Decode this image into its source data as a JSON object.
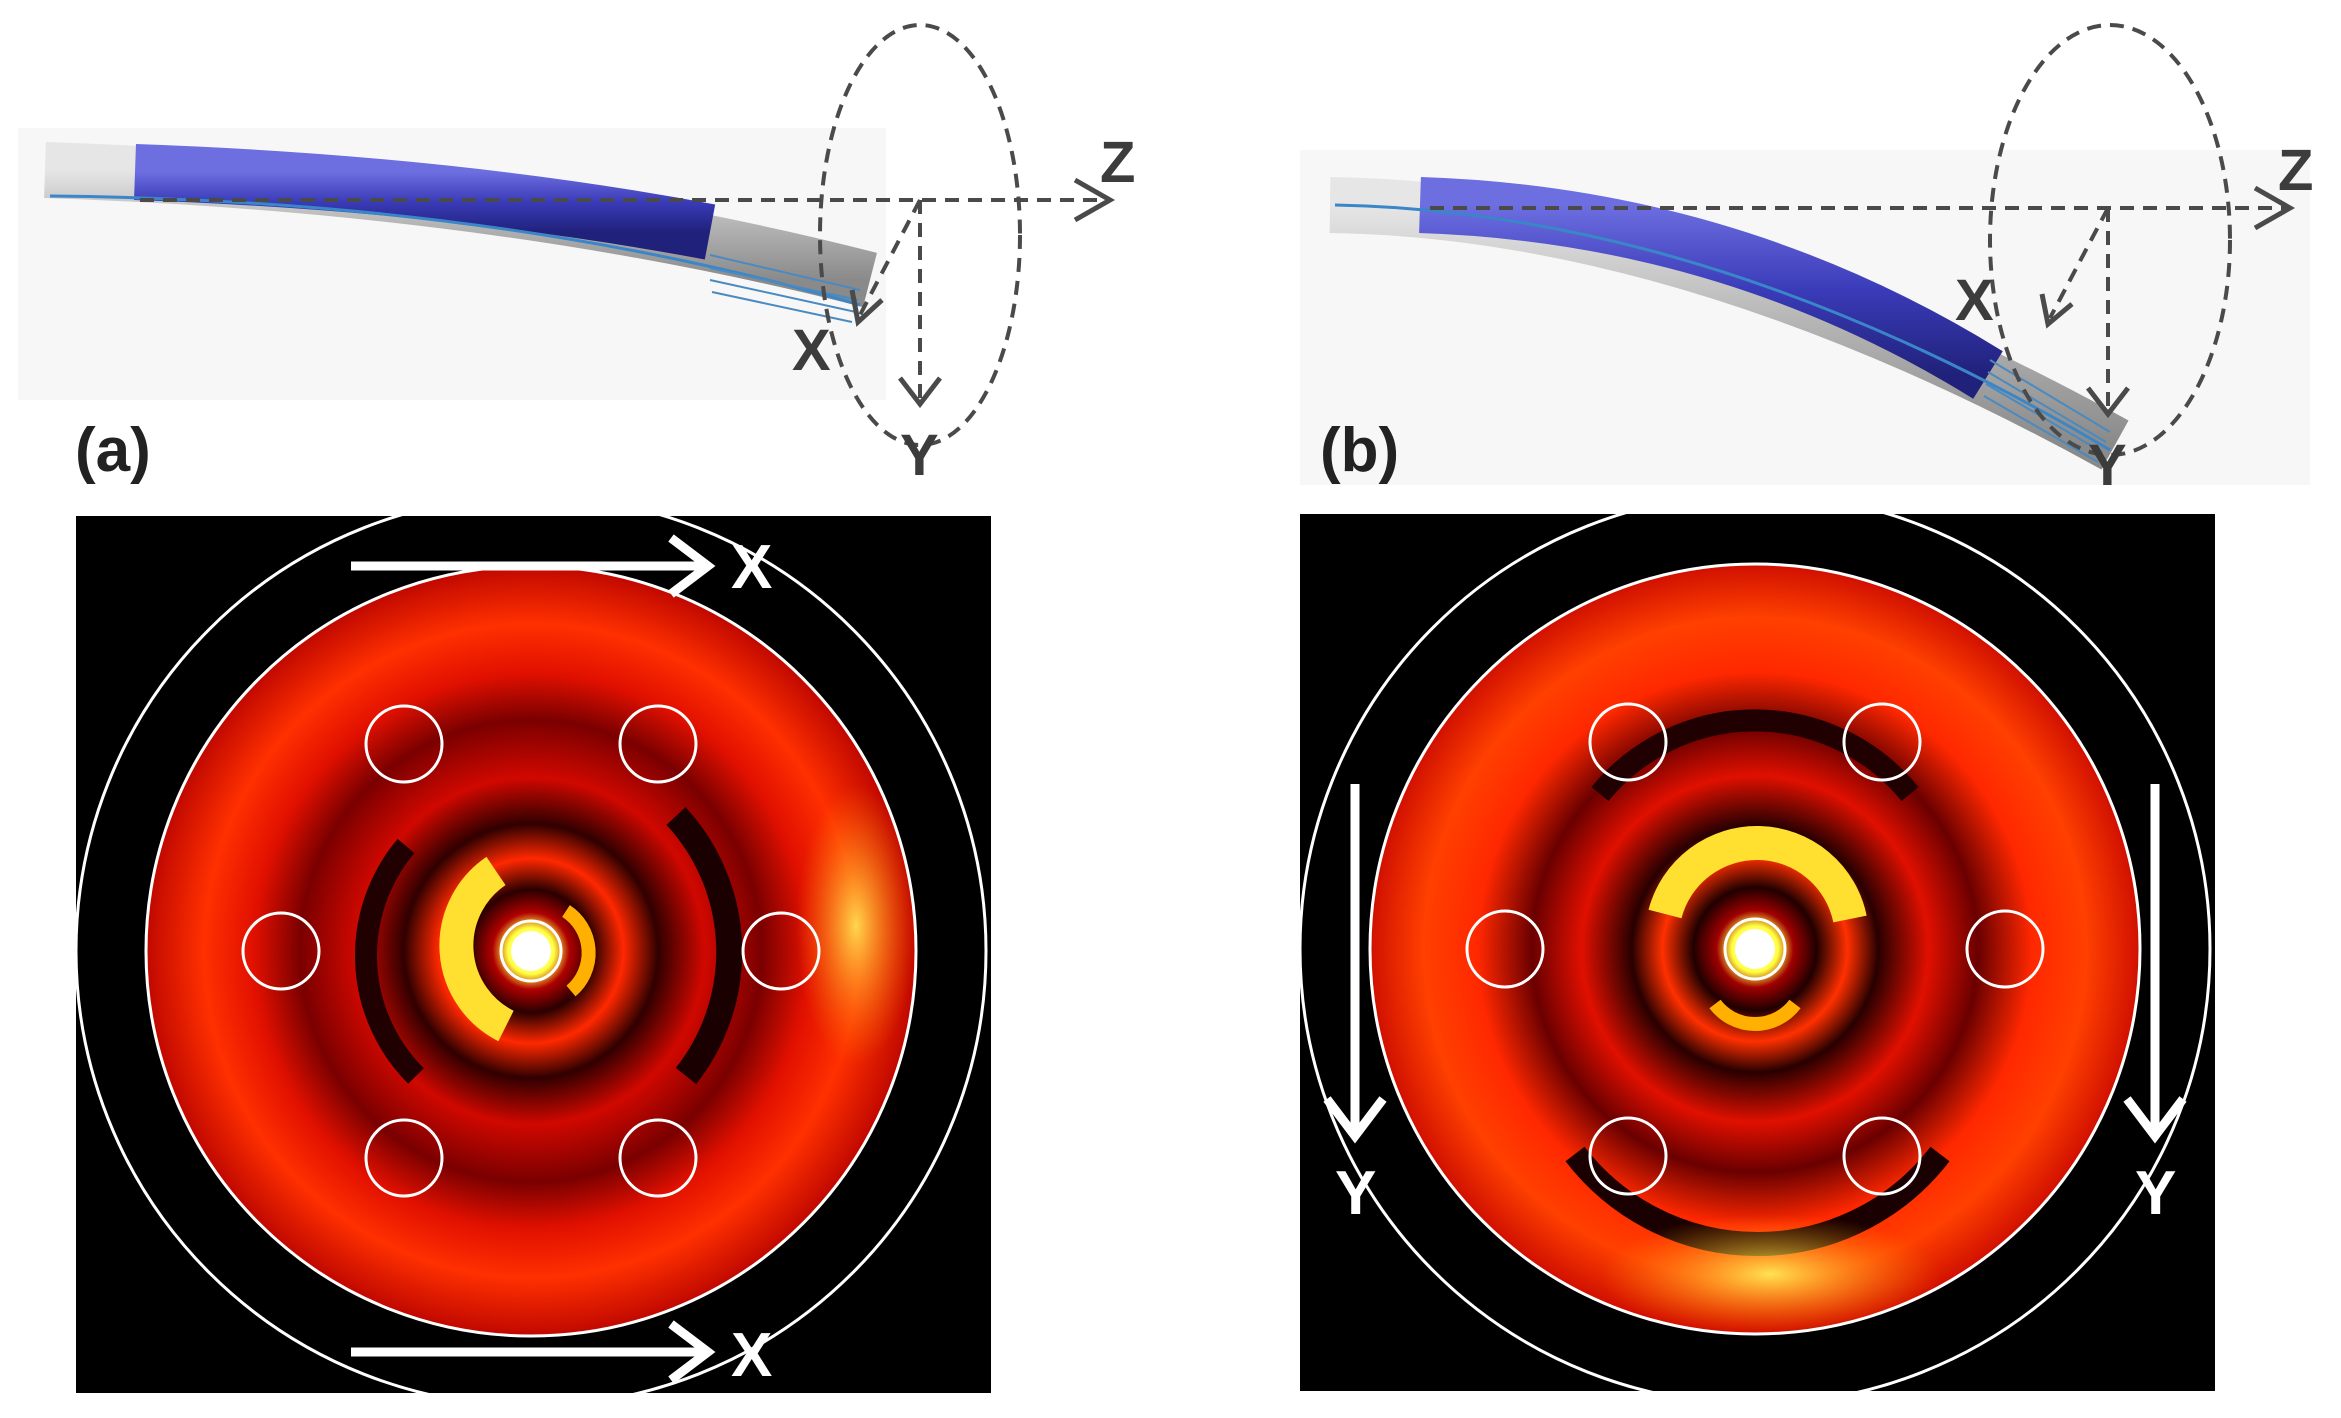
{
  "panels": [
    {
      "id": "a",
      "label": "(a)",
      "axes": {
        "x": "X",
        "y": "Y",
        "z": "Z"
      },
      "arrow_direction": "X",
      "colors": {
        "fiber_core": "#3a3bb8",
        "fiber_cladding": "#b8b8b8",
        "guide": "#4a4a4a"
      }
    },
    {
      "id": "b",
      "label": "(b)",
      "axes": {
        "x": "X",
        "y": "Y",
        "z": "Z"
      },
      "arrow_direction": "Y",
      "colors": {
        "fiber_core": "#3a3bb8",
        "fiber_cladding": "#b8b8b8",
        "guide": "#4a4a4a"
      }
    }
  ],
  "colormap": [
    "#000000",
    "#5a0000",
    "#b00000",
    "#ff2000",
    "#ff8000",
    "#ffff40",
    "#ffffff"
  ]
}
